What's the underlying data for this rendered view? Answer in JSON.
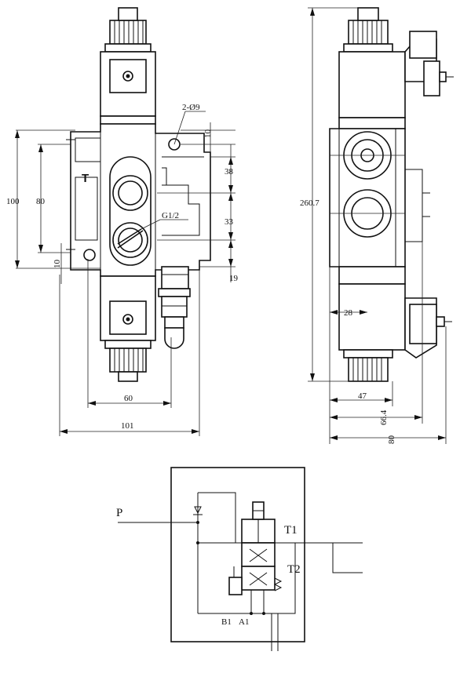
{
  "front_view": {
    "dims": {
      "hole_callout": "2-Ø9",
      "d10_top": "10",
      "d100": "100",
      "d80": "80",
      "d10_left": "10",
      "d38": "38",
      "d33": "33",
      "port_callout": "G1/2",
      "d19": "19",
      "d60": "60",
      "d101": "101"
    },
    "port_label_T": "T"
  },
  "side_view": {
    "dims": {
      "d260": "260.7",
      "d28": "28",
      "d47": "47",
      "d66": "66.4",
      "d80": "80"
    }
  },
  "schematic": {
    "labels": {
      "P": "P",
      "T1": "T1",
      "T2": "T2",
      "B1": "B1",
      "A1": "A1"
    }
  }
}
